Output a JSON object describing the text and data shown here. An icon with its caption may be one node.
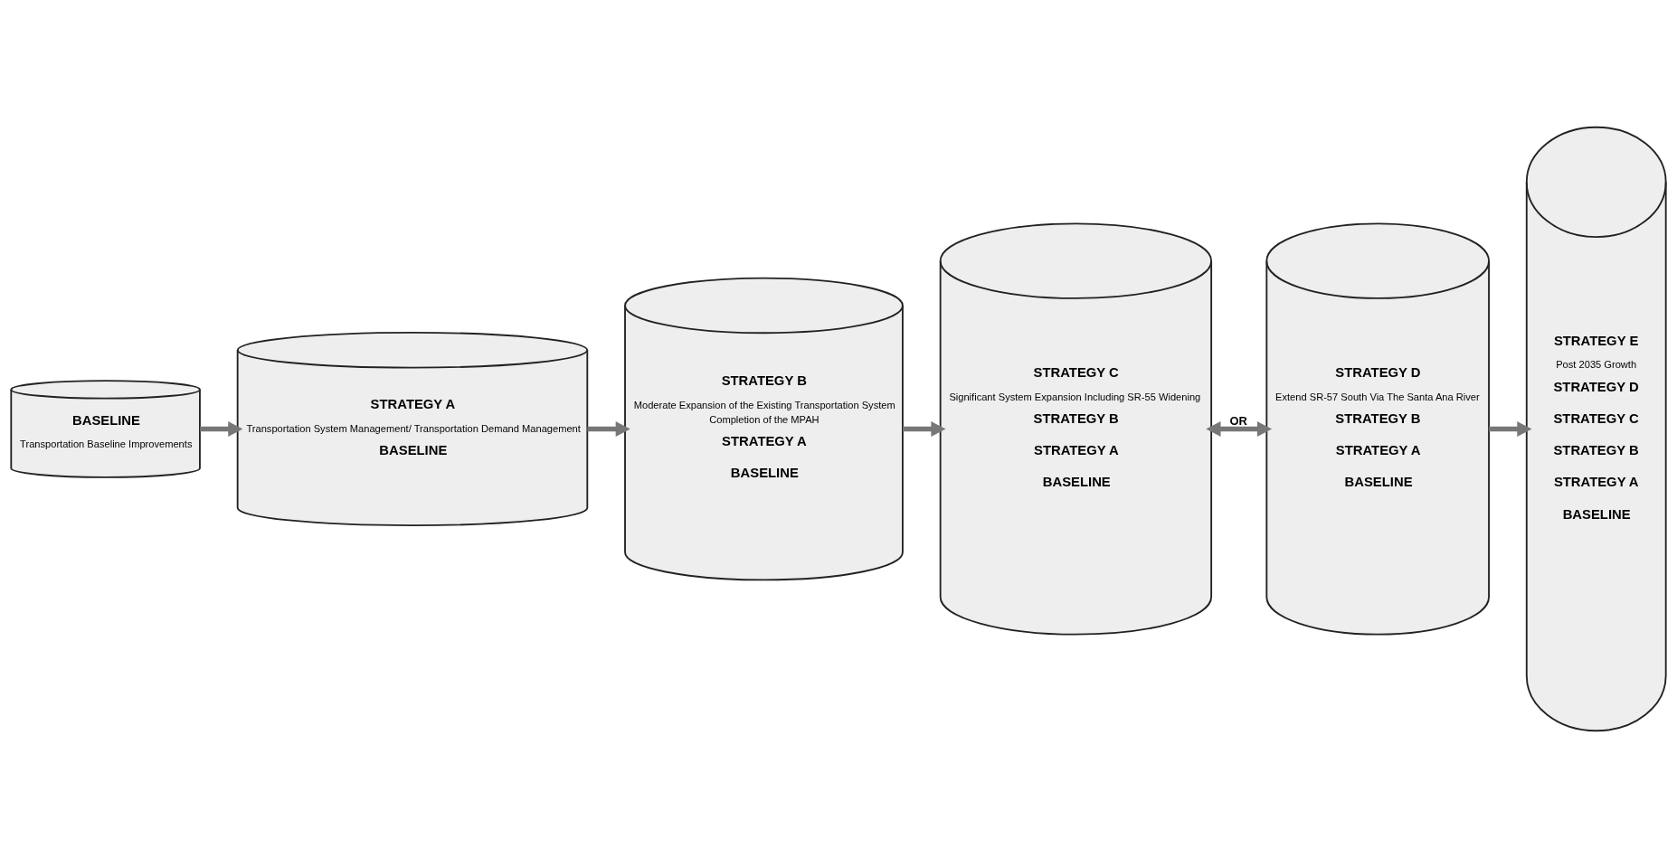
{
  "diagram": {
    "nodes": [
      {
        "text": [
          "BASELINE",
          "Transportation Baseline Improvements"
        ]
      },
      {
        "text": [
          "STRATEGY A",
          "Transportation System Management/ Transportation Demand Management",
          "BASELINE"
        ]
      },
      {
        "text": [
          "STRATEGY B",
          "Moderate Expansion of the Existing Transportation System",
          "Completion of the MPAH",
          "STRATEGY A",
          "BASELINE"
        ]
      },
      {
        "text": [
          "STRATEGY C",
          "Significant System Expansion Including SR-55 Widening",
          "STRATEGY B",
          "STRATEGY A",
          "BASELINE"
        ]
      },
      {
        "text": [
          "STRATEGY D",
          "Extend SR-57 South Via The Santa Ana River",
          "STRATEGY B",
          "STRATEGY A",
          "BASELINE"
        ]
      },
      {
        "text": [
          "STRATEGY E",
          "Post 2035 Growth",
          "STRATEGY D",
          "STRATEGY C",
          "STRATEGY B",
          "STRATEGY A",
          "BASELINE"
        ]
      }
    ],
    "edges": [
      {
        "from": 0,
        "to": 1,
        "arrow": "to"
      },
      {
        "from": 1,
        "to": 2,
        "arrow": "to"
      },
      {
        "from": 2,
        "to": 3,
        "arrow": "to"
      },
      {
        "from": 3,
        "to": 4,
        "arrow": "both",
        "label": "OR"
      },
      {
        "from": 4,
        "to": 5,
        "arrow": "to"
      }
    ]
  }
}
